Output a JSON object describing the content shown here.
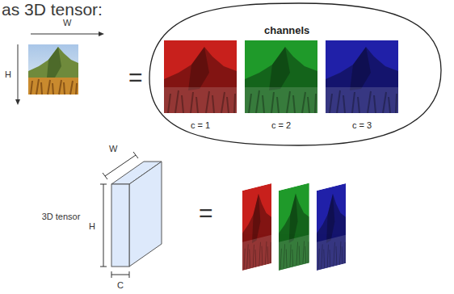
{
  "diagram": {
    "title": "as 3D tensor:",
    "nodes": [
      {
        "text": [
          "channels",
          "c = 1",
          "c = 2",
          "c = 3"
        ]
      }
    ],
    "labels": [
      "W",
      "H",
      "=",
      "W",
      "3D tensor",
      "H",
      "C",
      "="
    ]
  }
}
